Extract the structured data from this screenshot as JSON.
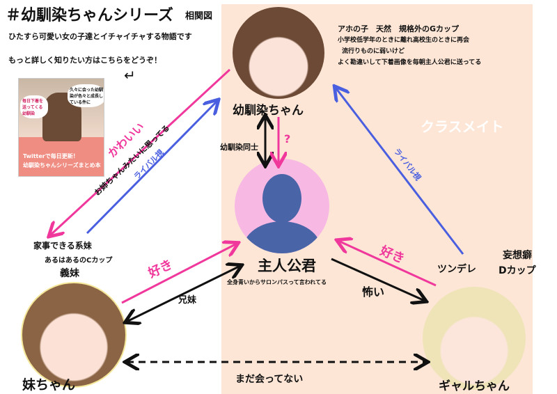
{
  "header": {
    "title": "＃幼馴染ちゃんシリーズ",
    "subtitle": "相関図",
    "line1": "ひたすら可愛い女の子達とイチャイチャする物語です",
    "line2": "もっと詳しく知りたい方はこちらをどうぞ！"
  },
  "book": {
    "bubble1": "久々に会った幼馴染が色々と成長している件に",
    "bubble2": "毎日下着を送ってくる幼馴染",
    "banner1": "Twitterで毎日更新！",
    "banner2": "幼馴染ちゃんシリーズまとめ本"
  },
  "heroine": {
    "name": "幼馴染ちゃん",
    "desc": [
      "アホの子　天然　規格外のGカップ",
      "小学校低学年のときに離れ高校生のときに再会",
      "流行りものに弱いけど",
      "よく勘違いして下着画像を毎朝主人公君に送ってる"
    ]
  },
  "protagonist": {
    "name": "主人公君",
    "desc": "全身青いからサロンパスって言われてる"
  },
  "sister": {
    "name": "妹ちゃん",
    "desc1": "家事できる系妹",
    "desc2": "あるはあるのCカップ",
    "desc3": "義妹"
  },
  "gyaru": {
    "name": "ギャルちゃん",
    "trait1": "ツンデレ",
    "trait2": "妄想癖",
    "trait3": "Dカップ"
  },
  "relations": {
    "cute": "かわいい",
    "big_sister": "お姉ちゃんみたいに思ってる",
    "rival1": "ライバル視",
    "childhood": "幼馴染同士",
    "question": "?",
    "rival2": "ライバル視",
    "classmate": "クラスメイト",
    "sister_like": "好き",
    "siblings": "兄妹",
    "scared": "怖い",
    "gyaru_like": "好き",
    "not_met": "まだ会ってない"
  },
  "colors": {
    "pink": "#f0389c",
    "blue": "#4a5fe0",
    "peach": "#fde6d6",
    "silhouette": "#4a64a8",
    "protag_bg": "#f7b8e4"
  }
}
